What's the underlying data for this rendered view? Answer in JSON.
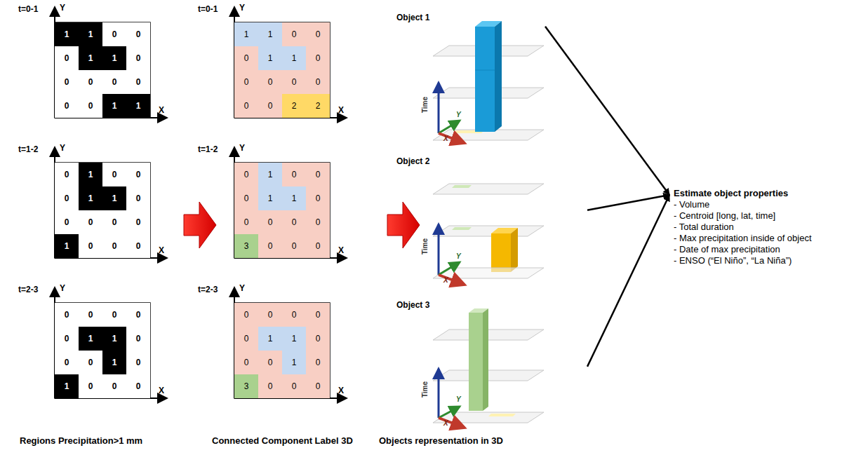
{
  "diagram": {
    "nodes": [
      {
        "text": [
          "Object 1"
        ]
      },
      {
        "text": [
          "Object 2"
        ]
      },
      {
        "text": [
          "Object 3"
        ]
      },
      {
        "text": [
          "Estimate object properties",
          "- Volume",
          "- Centroid [long, lat, time]",
          "- Total duration",
          "- Max precipitation inside of object",
          "- Date of max precipitation",
          "- ENSO (“El Niño”, “La Niña”)"
        ]
      }
    ],
    "edges": [
      {
        "from": 0,
        "to": 3,
        "arrow": "to"
      },
      {
        "from": 1,
        "to": 3,
        "arrow": "to"
      },
      {
        "from": 2,
        "to": 3,
        "arrow": "to"
      }
    ],
    "labels": [
      "t=0-1",
      "Y",
      "1",
      "1",
      "0",
      "0",
      "0",
      "1",
      "1",
      "0",
      "0",
      "0",
      "0",
      "0",
      "0",
      "0",
      "1",
      "1",
      "X",
      "t=0-1",
      "Y",
      "1",
      "1",
      "0",
      "0",
      "0",
      "1",
      "1",
      "0",
      "0",
      "0",
      "0",
      "0",
      "0",
      "0",
      "2",
      "2",
      "X",
      "t=1-2",
      "Y",
      "0",
      "1",
      "0",
      "0",
      "0",
      "1",
      "1",
      "0",
      "0",
      "0",
      "0",
      "0",
      "1",
      "0",
      "0",
      "0",
      "X",
      "t=1-2",
      "Y",
      "0",
      "1",
      "0",
      "0",
      "0",
      "1",
      "1",
      "0",
      "0",
      "0",
      "0",
      "0",
      "3",
      "0",
      "0",
      "0",
      "X",
      "t=2-3",
      "Y",
      "0",
      "0",
      "0",
      "0",
      "0",
      "1",
      "1",
      "0",
      "0",
      "0",
      "1",
      "0",
      "1",
      "0",
      "0",
      "0",
      "X",
      "t=2-3",
      "Y",
      "0",
      "0",
      "0",
      "0",
      "0",
      "1",
      "1",
      "0",
      "0",
      "0",
      "1",
      "0",
      "3",
      "0",
      "0",
      "0",
      "X",
      "Time",
      "Y",
      "X",
      "Time",
      "Y",
      "X",
      "Time",
      "Y",
      "X",
      "Regions Precipitation>1 mm",
      "Connected Component Label 3D",
      "Objects representation in 3D"
    ]
  }
}
